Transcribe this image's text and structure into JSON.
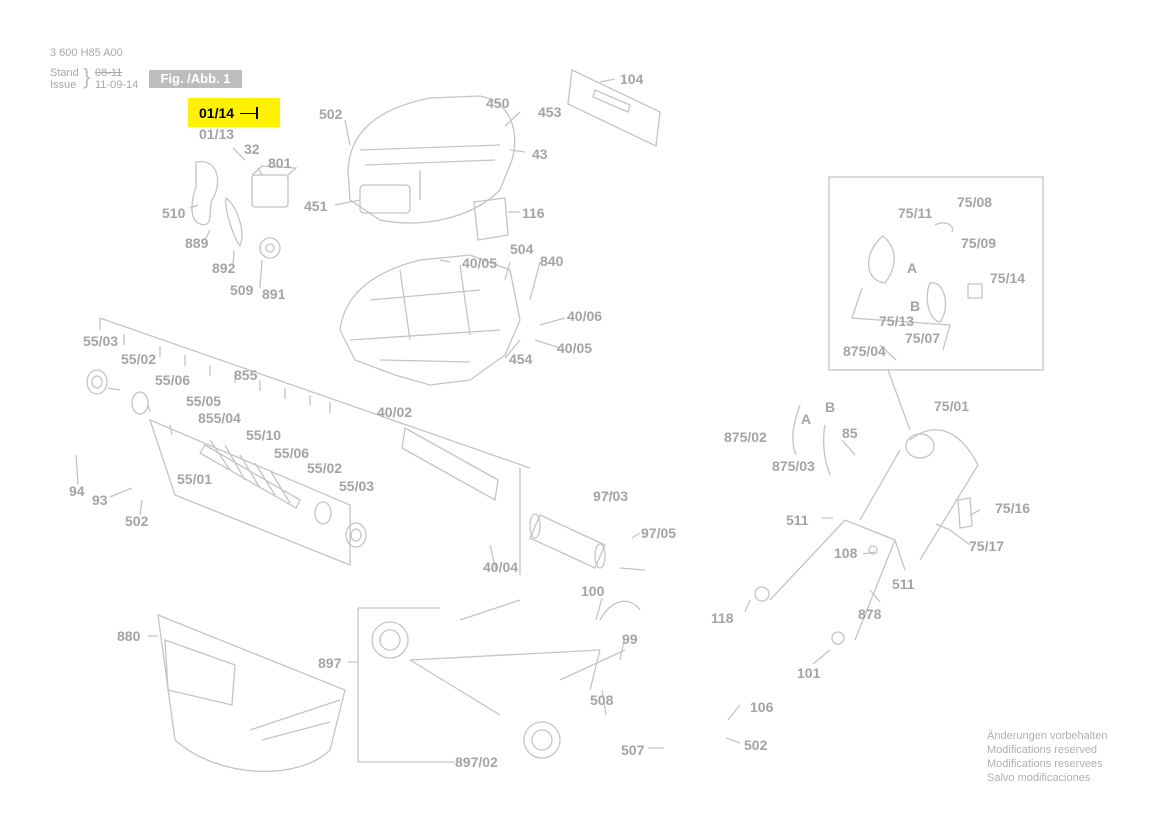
{
  "header": {
    "doc_number": "3 600 H85 A00",
    "stand_label": "Stand",
    "issue_label": "Issue",
    "stand_date_struck": "08-11",
    "issue_date": "11-09-14",
    "figure_tag": "Fig. /Abb. 1"
  },
  "highlight": {
    "label": "01/14"
  },
  "parts": {
    "p502a": "502",
    "p450": "450",
    "p453": "453",
    "p43": "43",
    "p104": "104",
    "p01_13": "01/13",
    "p32": "32",
    "p801": "801",
    "p510": "510",
    "p889": "889",
    "p892": "892",
    "p509": "509",
    "p891": "891",
    "p451": "451",
    "p116": "116",
    "p504": "504",
    "p40_05a": "40/05",
    "p840": "840",
    "p40_06": "40/06",
    "p40_05b": "40/05",
    "p454": "454",
    "p55_03a": "55/03",
    "p55_02a": "55/02",
    "p55_06a": "55/06",
    "p855": "855",
    "p55_05": "55/05",
    "p855_04": "855/04",
    "p55_10": "55/10",
    "p55_06b": "55/06",
    "p55_02b": "55/02",
    "p55_01": "55/01",
    "p55_03b": "55/03",
    "p94": "94",
    "p93": "93",
    "p502b": "502",
    "p40_02": "40/02",
    "p97_03": "97/03",
    "p97_05": "97/05",
    "p40_04": "40/04",
    "p880": "880",
    "p897": "897",
    "p100": "100",
    "p99": "99",
    "p508": "508",
    "p897_02": "897/02",
    "p507": "507",
    "p75_11": "75/11",
    "p75_08": "75/08",
    "p75_09": "75/09",
    "p75_14": "75/14",
    "pA1": "A",
    "pB1": "B",
    "p75_13": "75/13",
    "p75_07": "75/07",
    "p875_04": "875/04",
    "p75_01": "75/01",
    "p875_02": "875/02",
    "pA2": "A",
    "pB2": "B",
    "p85": "85",
    "p875_03": "875/03",
    "p75_16": "75/16",
    "p511a": "511",
    "p75_17": "75/17",
    "p108": "108",
    "p511b": "511",
    "p118": "118",
    "p878": "878",
    "p101": "101",
    "p106": "106",
    "p502c": "502"
  },
  "notes": [
    "Änderungen vorbehalten",
    "Modifications reserved",
    "Modifications reservees",
    "Salvo modificaciones"
  ]
}
